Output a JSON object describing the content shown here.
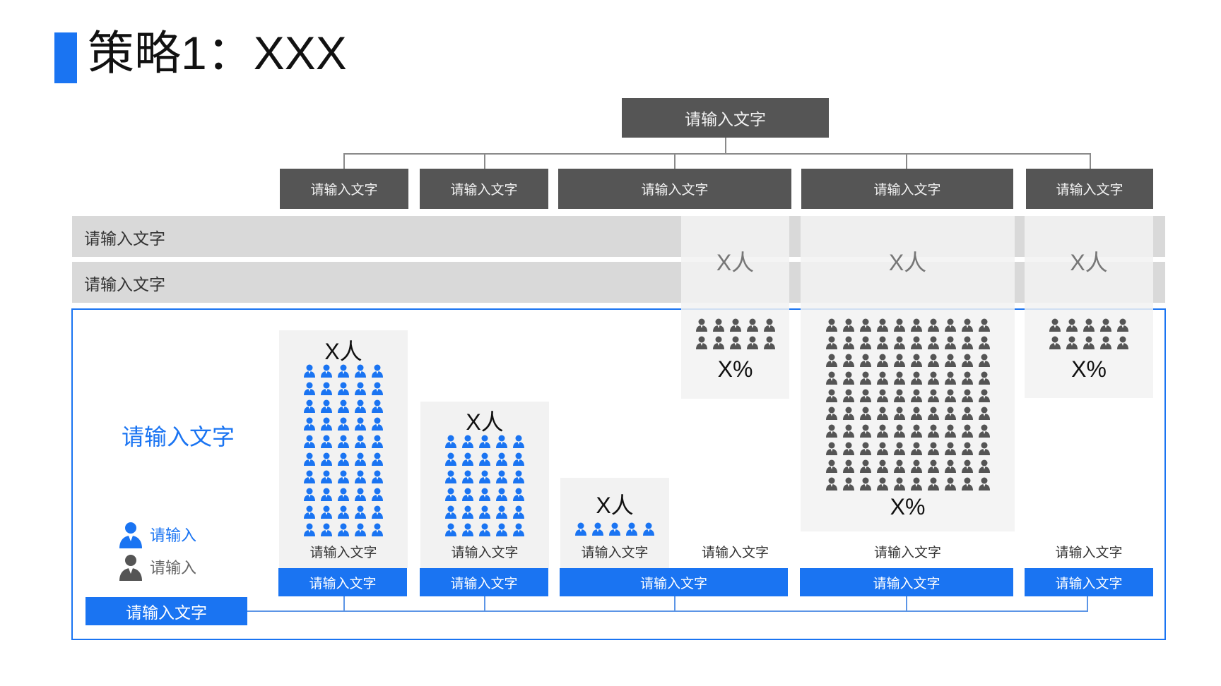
{
  "title": "策略1：XXX",
  "colors": {
    "accent": "#1a74f2",
    "dark": "#555555",
    "gray_row": "#d9d9d9",
    "panel": "#f2f2f2",
    "person_blue": "#1a74f2",
    "person_gray": "#555555"
  },
  "root_label": "请输入文字",
  "level2": [
    "请输入文字",
    "请输入文字",
    "请输入文字",
    "请输入文字",
    "请输入文字"
  ],
  "rows": [
    "请输入文字",
    "请输入文字"
  ],
  "side": {
    "title": "请输入文字",
    "legend": [
      {
        "label": "请输入",
        "icon": "person-blue-icon"
      },
      {
        "label": "请输入",
        "icon": "person-gray-icon"
      }
    ],
    "button": "请输入文字"
  },
  "blue_groups": [
    {
      "count_label": "X人",
      "icons": 50,
      "category": "请输入文字",
      "footer": "请输入文字"
    },
    {
      "count_label": "X人",
      "icons": 30,
      "category": "请输入文字",
      "footer": "请输入文字"
    },
    {
      "count_label": "X人",
      "icons": 5,
      "category": "请输入文字"
    }
  ],
  "gray_groups": [
    {
      "count_label": "X人",
      "icons": 10,
      "percent": "X%",
      "category": "请输入文字"
    },
    {
      "count_label": "X人",
      "icons": 100,
      "percent": "X%",
      "category": "请输入文字",
      "footer": "请输入文字"
    },
    {
      "count_label": "X人",
      "icons": 10,
      "percent": "X%",
      "category": "请输入文字",
      "footer": "请输入文字"
    }
  ],
  "merged_footer": "请输入文字"
}
